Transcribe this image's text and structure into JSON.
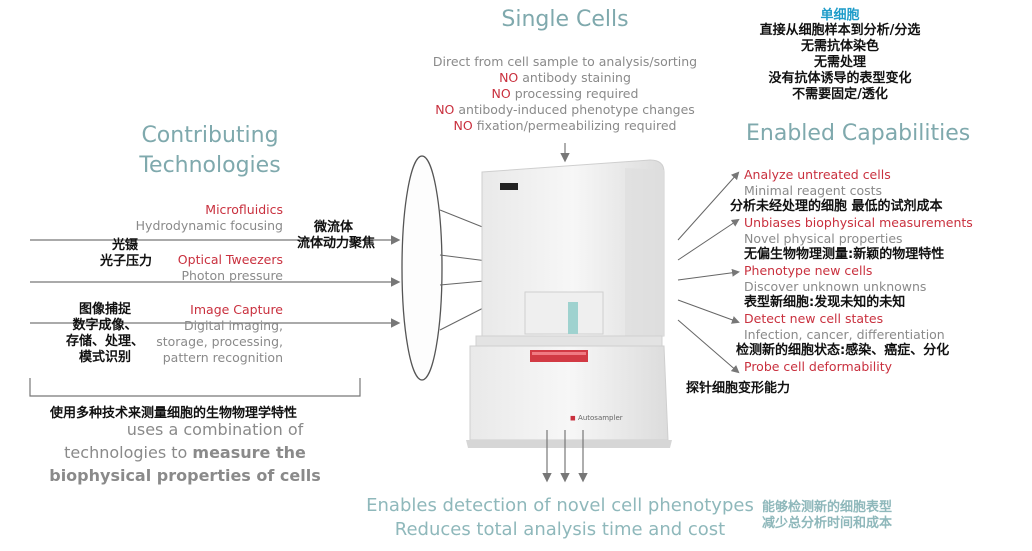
{
  "single_cells": {
    "title": "Single Cells",
    "lines": [
      {
        "no": "",
        "text": "Direct from cell sample to analysis/sorting"
      },
      {
        "no": "NO",
        "text": " antibody staining"
      },
      {
        "no": "NO",
        "text": " processing required"
      },
      {
        "no": "NO",
        "text": " antibody-induced phenotype changes"
      },
      {
        "no": "NO",
        "text": " fixation/permeabilizing required"
      }
    ],
    "cn_title": "单细胞",
    "cn_lines": [
      "直接从细胞样本到分析/分选",
      "无需抗体染色",
      "无需处理",
      "没有抗体诱导的表型变化",
      "不需要固定/透化"
    ]
  },
  "contributing": {
    "title_line1": "Contributing",
    "title_line2": "Technologies",
    "microfluidics": {
      "label": "Microfluidics",
      "desc": "Hydrodynamic focusing",
      "cn1": "微流体",
      "cn2": "流体动力聚焦"
    },
    "tweezers": {
      "label": "Optical Tweezers",
      "desc": "Photon pressure",
      "cn1": "光镊",
      "cn2": "光子压力"
    },
    "capture": {
      "label": "Image Capture",
      "desc1": "Digital imaging,",
      "desc2": "storage, processing,",
      "desc3": "pattern recognition",
      "cn1": "图像捕捉",
      "cn2": "数字成像、",
      "cn3": "存储、处理、",
      "cn4": "模式识别"
    },
    "summary_cn": "使用多种技术来测量细胞的生物物理学特性",
    "summary1": "uses a combination of",
    "summary2_plain": "technologies to ",
    "summary2_bold": "measure the",
    "summary3": "biophysical properties of cells"
  },
  "enabled": {
    "title": "Enabled Capabilities",
    "items": [
      {
        "label": "Analyze untreated cells",
        "desc": "Minimal reagent costs",
        "cn": "分析未经处理的细胞  最低的试剂成本"
      },
      {
        "label": "Unbiases biophysical measurements",
        "desc": "Novel physical properties",
        "cn": "无偏生物物理测量:新颖的物理特性"
      },
      {
        "label": "Phenotype new cells",
        "desc": "Discover unknown unknowns",
        "cn": "表型新细胞:发现未知的未知"
      },
      {
        "label": "Detect new cell states",
        "desc": "Infection, cancer, differentiation",
        "cn": "检测新的细胞状态:感染、癌症、分化"
      },
      {
        "label": "Probe cell deformability",
        "desc": "",
        "cn": "探针细胞变形能力"
      }
    ]
  },
  "bottom": {
    "line1": "Enables detection of novel cell phenotypes",
    "line2": "Reduces total analysis time and cost",
    "cn1": "能够检测新的细胞表型",
    "cn2": "减少总分析时间和成本"
  },
  "device": {
    "brand": "Autosampler"
  }
}
